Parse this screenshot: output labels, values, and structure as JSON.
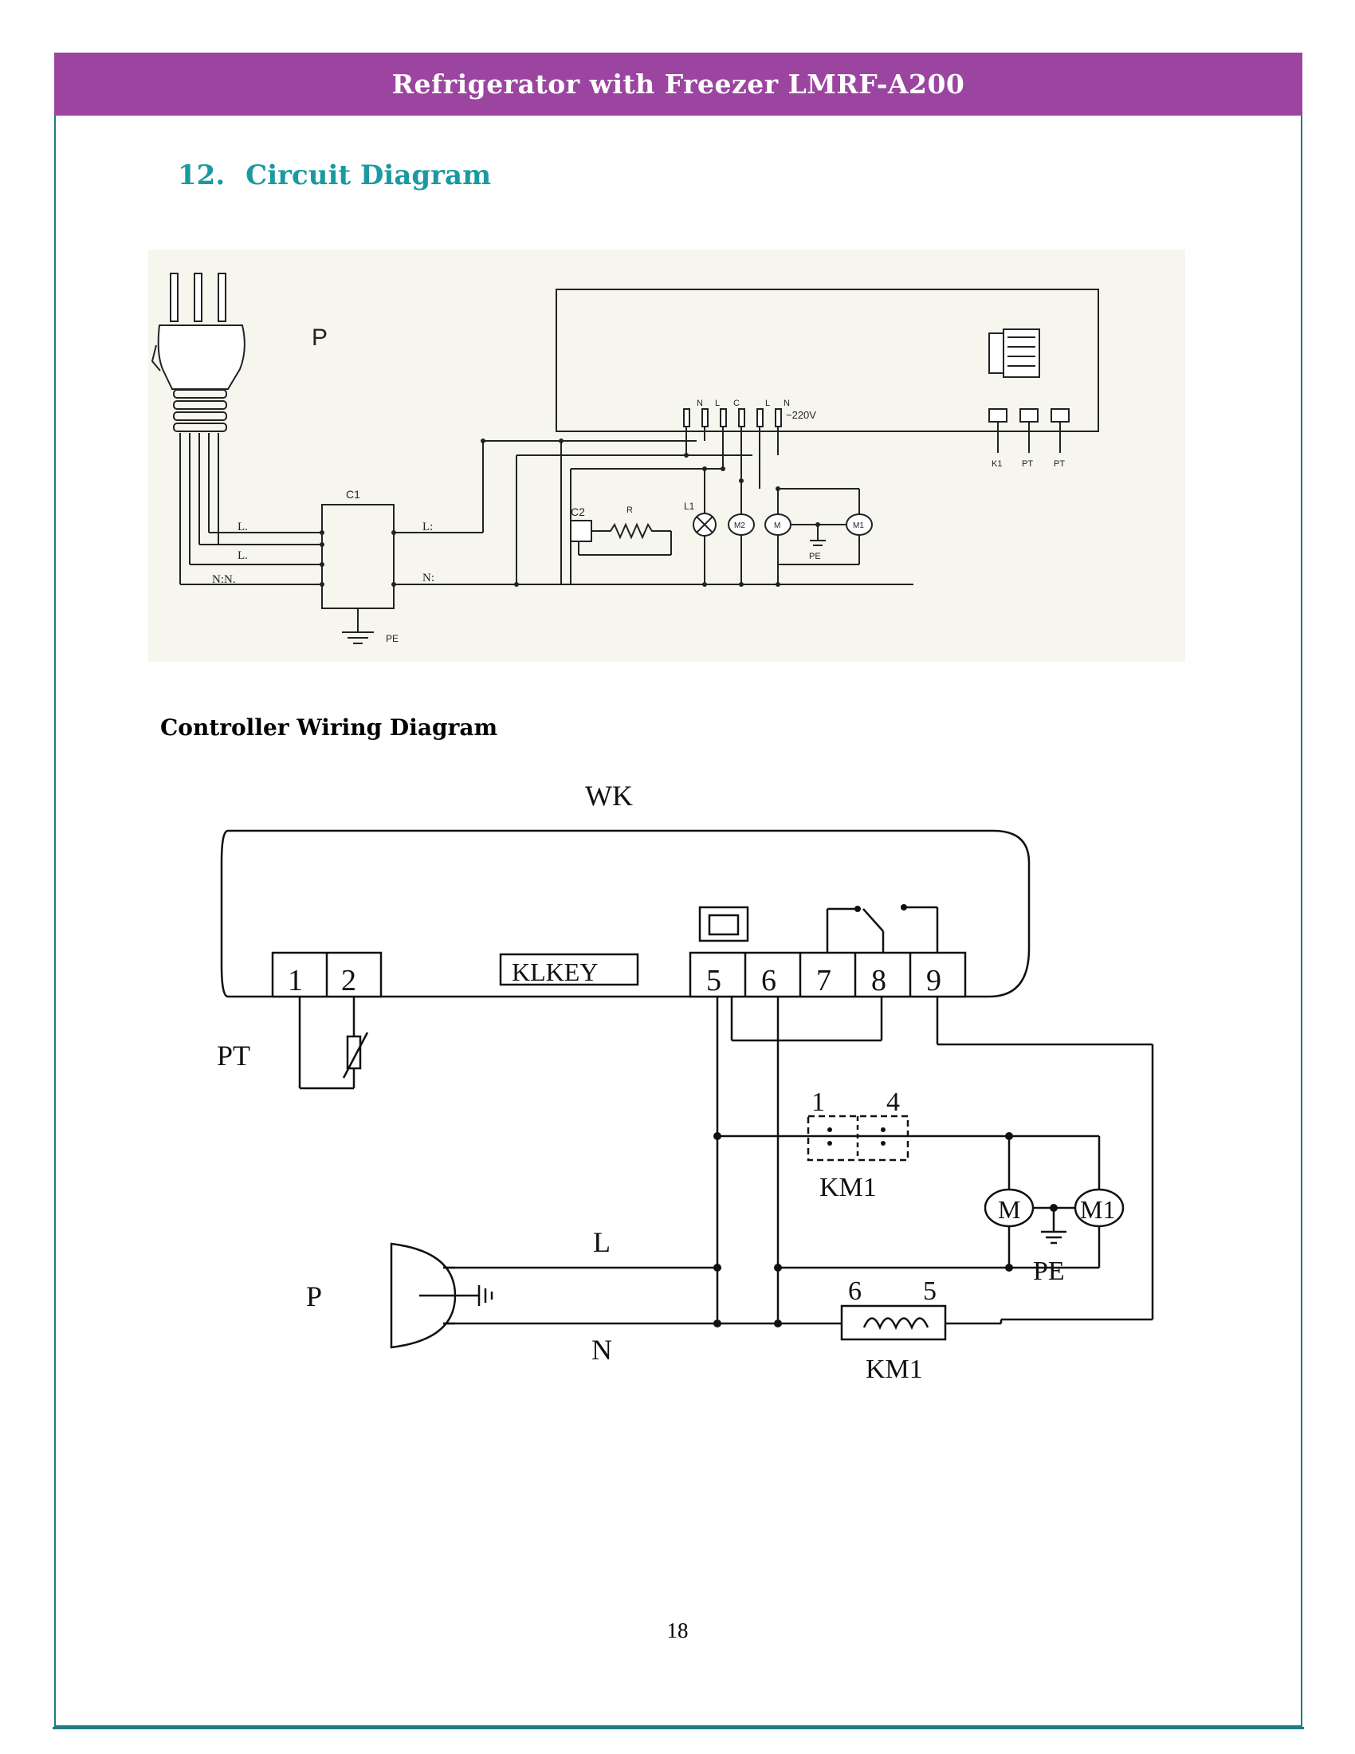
{
  "header": {
    "title": "Refrigerator with Freezer LMRF-A200"
  },
  "section": {
    "number": "12.",
    "title": "Circuit Diagram"
  },
  "circuit_diagram": {
    "plug_label": "P",
    "c1_label": "C1",
    "line_in_labels": [
      "L.",
      "L.",
      "N:N."
    ],
    "out_labels": [
      "L:",
      "N:"
    ],
    "pe_label": "PE",
    "terminal_labels": [
      "N",
      "L",
      "C",
      "L",
      "N"
    ],
    "voltage": "~220V",
    "c2_label": "C2",
    "r_label": "R",
    "l1_label": "L1",
    "motor_labels": [
      "M2",
      "M",
      "M1"
    ],
    "pe2_label": "PE",
    "connector_labels": [
      "K1",
      "PT",
      "PT"
    ]
  },
  "subsection": {
    "title": "Controller Wiring Diagram"
  },
  "wiring_diagram": {
    "controller_label": "WK",
    "terminals": [
      "1",
      "2",
      "5",
      "6",
      "7",
      "8",
      "9"
    ],
    "klkey_label": "KLKEY",
    "pt_label": "PT",
    "km1_top_pins": [
      "1",
      "4"
    ],
    "km1_label_top": "KM1",
    "motor_m": "M",
    "motor_m1": "M1",
    "pe_label": "PE",
    "l_label": "L",
    "n_label": "N",
    "plug_label": "P",
    "km1_coil_pins": [
      "6",
      "5"
    ],
    "km1_label_bottom": "KM1"
  },
  "footer": {
    "page_number": "18"
  }
}
